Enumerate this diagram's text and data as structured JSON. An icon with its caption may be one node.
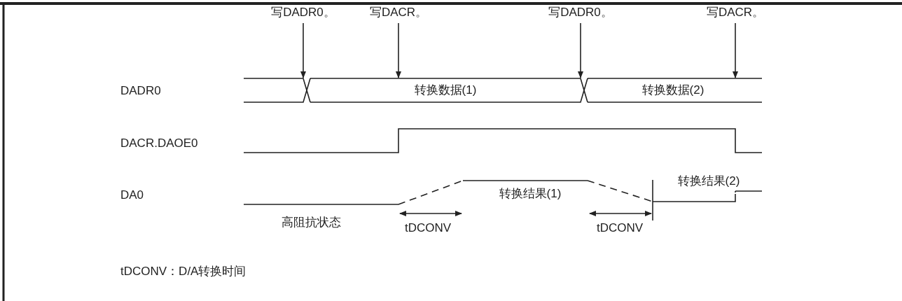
{
  "diagram": {
    "nodes": [
      {
        "text": [
          "写DADR0。"
        ]
      },
      {
        "text": [
          "写DACR。"
        ]
      },
      {
        "text": [
          "写DADR0。"
        ]
      },
      {
        "text": [
          "写DACR。"
        ]
      },
      {
        "text": [],
        "shape": "band"
      },
      {
        "text": [
          "转换数据(1)"
        ]
      },
      {
        "text": [
          "转换数据(2)"
        ]
      }
    ],
    "edges": [
      {
        "from": 0,
        "to": 5,
        "arrow": "to"
      },
      {
        "from": 1,
        "to": 5,
        "arrow": "to"
      },
      {
        "from": 2,
        "to": 6,
        "arrow": "to"
      },
      {
        "from": 3,
        "to": 6,
        "arrow": "to"
      }
    ],
    "labels": [
      "DADR0",
      "DACR.DAOE0",
      "DA0",
      "转换结果(1)",
      "转换结果(2)",
      "高阻抗状态",
      "tDCONV",
      "tDCONV",
      "tDCONV：D/A转换时间"
    ]
  }
}
